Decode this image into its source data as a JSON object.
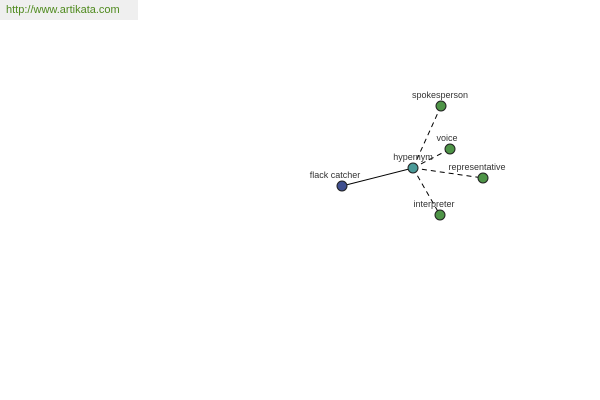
{
  "header": {
    "url": "http://www.artikata.com"
  },
  "graph": {
    "colors": {
      "source": "#3f4f8f",
      "relation": "#4a9a98",
      "target": "#4e9447",
      "edge": "#000000",
      "stroke": "#222222"
    },
    "nodes": [
      {
        "id": "source",
        "label": "flack catcher",
        "role": "source"
      },
      {
        "id": "relation",
        "label": "hypernym",
        "role": "relation"
      },
      {
        "id": "spokesperson",
        "label": "spokesperson",
        "role": "target"
      },
      {
        "id": "voice",
        "label": "voice",
        "role": "target"
      },
      {
        "id": "representative",
        "label": "representative",
        "role": "target"
      },
      {
        "id": "interpreter",
        "label": "interpreter",
        "role": "target"
      }
    ],
    "edges": [
      {
        "from": "source",
        "to": "relation",
        "style": "solid"
      },
      {
        "from": "relation",
        "to": "spokesperson",
        "style": "dashed"
      },
      {
        "from": "relation",
        "to": "voice",
        "style": "dashed"
      },
      {
        "from": "relation",
        "to": "representative",
        "style": "dashed"
      },
      {
        "from": "relation",
        "to": "interpreter",
        "style": "dashed"
      }
    ]
  }
}
